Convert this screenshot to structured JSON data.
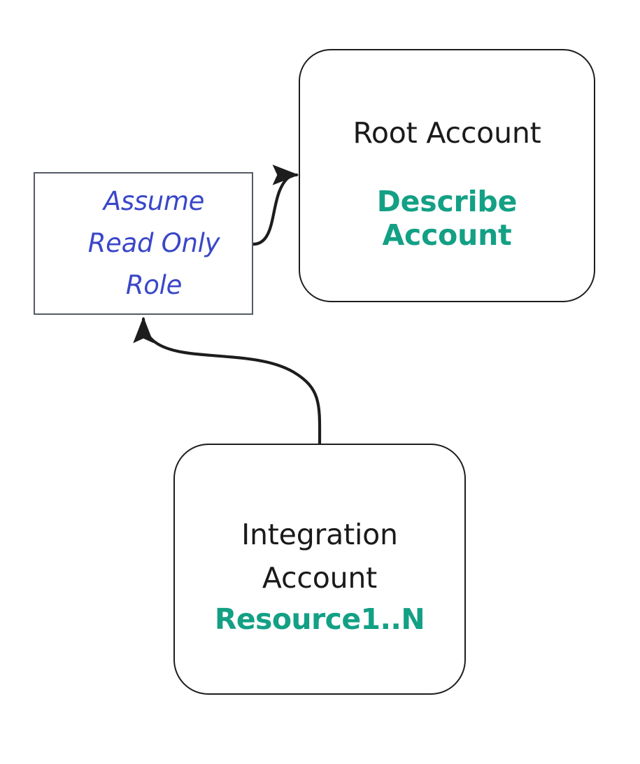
{
  "diagram": {
    "title": "AWS cross-account read-only role access diagram",
    "background_color": "#ffffff",
    "colors": {
      "node_stroke": "#1d1d1d",
      "plain_box_stroke": "#555a66",
      "heading_text": "#1a1a1a",
      "accent_green": "#13a085",
      "role_blue": "#3a47c8",
      "connector_stroke": "#1d1d1d"
    },
    "nodes": [
      {
        "id": "root-account",
        "shape": "rounded-rectangle",
        "title": "Root Account",
        "emphasis_line_1": "Describe",
        "emphasis_line_2": "Account",
        "emphasis_color": "#13a085"
      },
      {
        "id": "assume-role",
        "shape": "rectangle",
        "line_1": "Assume",
        "line_2": "Read Only",
        "line_3": "Role",
        "text_color": "#3a47c8",
        "text_style": "italic"
      },
      {
        "id": "integration-account",
        "shape": "rounded-rectangle",
        "title_line_1": "Integration",
        "title_line_2": "Account",
        "emphasis": "Resource1..N",
        "emphasis_color": "#13a085"
      }
    ],
    "connectors": [
      {
        "id": "assume-role-to-root-account",
        "from": "assume-role",
        "to": "root-account",
        "style": "curved",
        "arrowhead": "to-target",
        "direction": "right-then-up"
      },
      {
        "id": "integration-account-to-assume-role",
        "from": "integration-account",
        "to": "assume-role",
        "style": "curved",
        "arrowhead": "to-target",
        "direction": "up-then-left"
      }
    ]
  }
}
